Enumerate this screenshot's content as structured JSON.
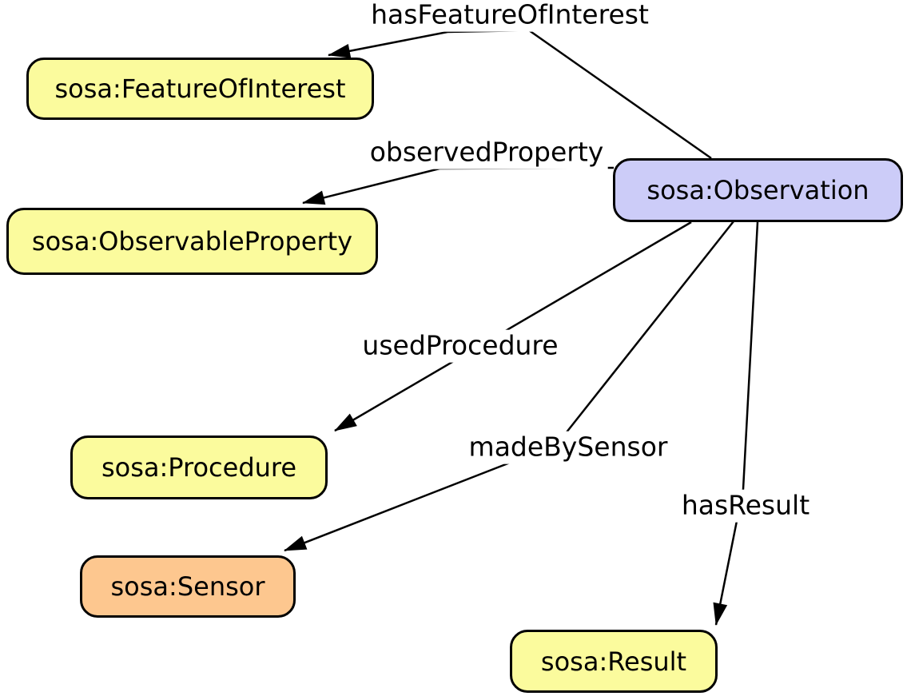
{
  "diagram": {
    "background": "#ffffff",
    "edge_color": "#000000",
    "node_border_color": "#000000",
    "nodes": [
      {
        "id": "feature-of-interest",
        "label": "sosa:FeatureOfInterest",
        "fill": "#FBFB9D"
      },
      {
        "id": "observable-property",
        "label": "sosa:ObservableProperty",
        "fill": "#FBFB9D"
      },
      {
        "id": "observation",
        "label": "sosa:Observation",
        "fill": "#CCCCF8"
      },
      {
        "id": "procedure",
        "label": "sosa:Procedure",
        "fill": "#FBFB9D"
      },
      {
        "id": "sensor",
        "label": "sosa:Sensor",
        "fill": "#FDC78F"
      },
      {
        "id": "result",
        "label": "sosa:Result",
        "fill": "#FBFB9D"
      }
    ],
    "edges": [
      {
        "label": "hasFeatureOfInterest",
        "from": "observation",
        "to": "feature-of-interest"
      },
      {
        "label": "observedProperty",
        "from": "observation",
        "to": "observable-property"
      },
      {
        "label": "usedProcedure",
        "from": "observation",
        "to": "procedure"
      },
      {
        "label": "madeBySensor",
        "from": "observation",
        "to": "sensor"
      },
      {
        "label": "hasResult",
        "from": "observation",
        "to": "result"
      }
    ]
  }
}
